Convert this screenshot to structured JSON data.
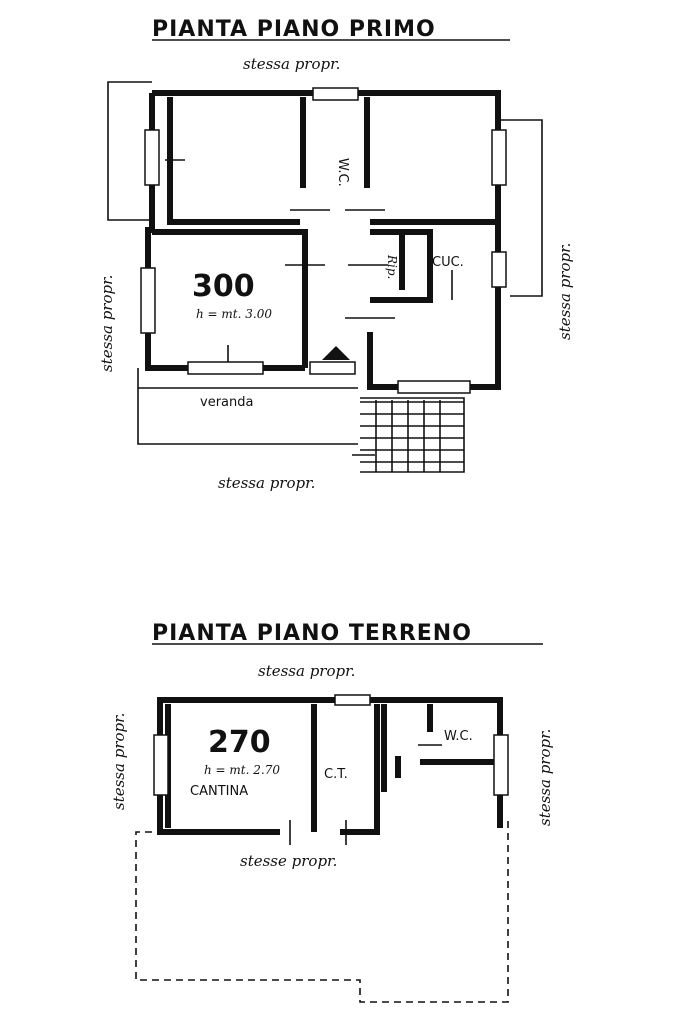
{
  "first_floor": {
    "title": "PIANTA  PIANO  PRIMO",
    "top_label": "stessa  propr.",
    "left_label": "stessa  propr.",
    "right_label": "stessa  propr.",
    "bottom_label": "stessa  propr.",
    "wc_label": "W.C.",
    "kitchen_label": "CUC.",
    "rip_label": "Rip.",
    "height_number": "300",
    "height_note": "h = mt. 3.00",
    "veranda_label": "veranda"
  },
  "ground_floor": {
    "title": "PIANTA  PIANO  TERRENO",
    "top_label": "stessa  propr.",
    "left_label": "stessa  propr.",
    "right_label": "stessa  propr.",
    "bottom_label": "stesse  propr.",
    "height_number": "270",
    "height_note": "h = mt. 2.70",
    "cellar_label": "CANTINA",
    "ct_label": "C.T.",
    "wc_label": "W.C."
  }
}
